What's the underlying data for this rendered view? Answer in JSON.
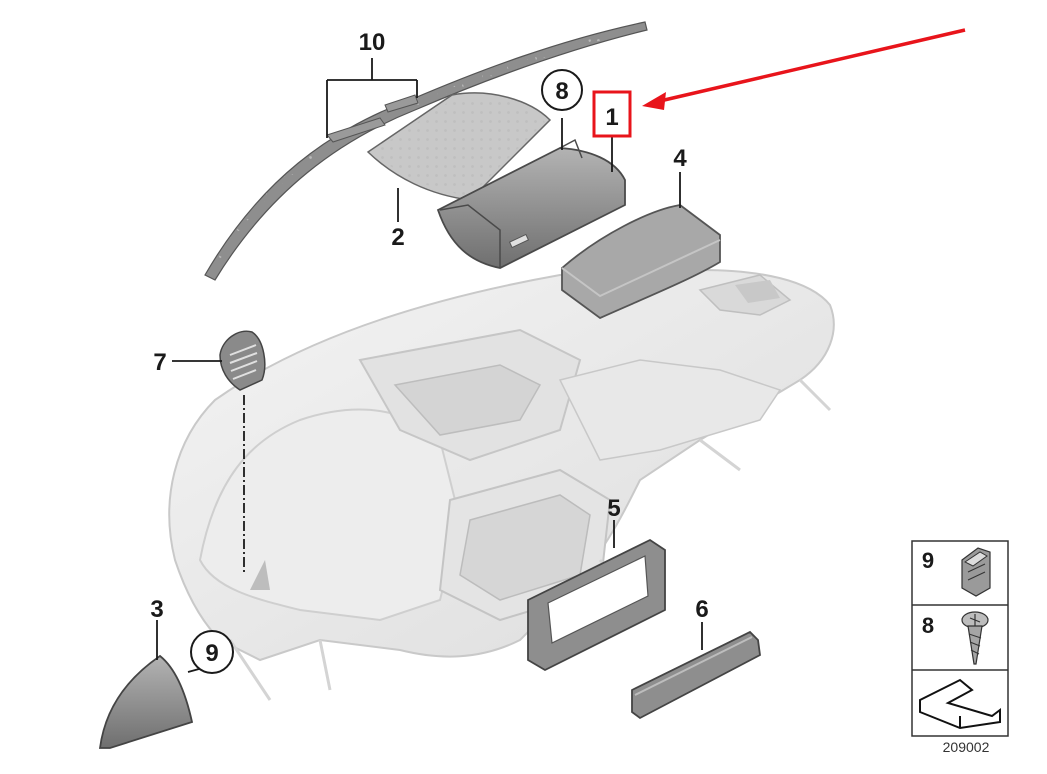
{
  "diagram": {
    "callouts": [
      {
        "id": "1",
        "text": "1",
        "highlighted": true
      },
      {
        "id": "2",
        "text": "2"
      },
      {
        "id": "3",
        "text": "3"
      },
      {
        "id": "4",
        "text": "4"
      },
      {
        "id": "5",
        "text": "5"
      },
      {
        "id": "6",
        "text": "6"
      },
      {
        "id": "7",
        "text": "7"
      },
      {
        "id": "8",
        "text": "8",
        "circled": true
      },
      {
        "id": "9",
        "text": "9",
        "circled": true
      },
      {
        "id": "10",
        "text": "10"
      }
    ],
    "legend": {
      "rows": [
        {
          "text": "9",
          "icon": "clip-icon"
        },
        {
          "text": "8",
          "icon": "screw-icon"
        },
        {
          "icon": "wedge-icon"
        }
      ]
    },
    "diagram_number": "209002",
    "colors": {
      "highlight": "#e8141b",
      "arrow": "#e8141b",
      "part_dark": "#8a8a8a",
      "part_light": "#e6e6e6",
      "line": "#222222"
    }
  }
}
